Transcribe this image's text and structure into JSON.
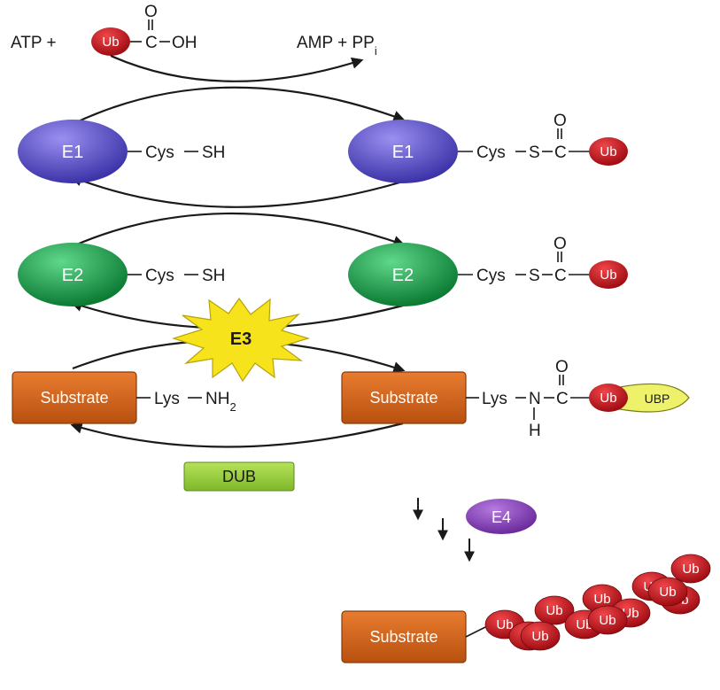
{
  "top": {
    "atp": "ATP +",
    "ub": "Ub",
    "carbonyl_o": "O",
    "carbon": "C",
    "oh": "OH",
    "amp": "AMP + PP",
    "amp_sub": "i"
  },
  "e1": {
    "label": "E1",
    "cys_sh": "Cys",
    "sh": "SH",
    "cys_s": "Cys",
    "s": "S",
    "c": "C",
    "o": "O",
    "ub": "Ub"
  },
  "e2": {
    "label": "E2",
    "cys": "Cys",
    "sh": "SH",
    "cys_s": "Cys",
    "s": "S",
    "c": "C",
    "o": "O",
    "ub": "Ub"
  },
  "e3": {
    "label": "E3"
  },
  "substrate": {
    "label": "Substrate",
    "lys": "Lys",
    "nh": "NH",
    "nh_sub": "2",
    "lys_right": "Lys",
    "n": "N",
    "h": "H",
    "c": "C",
    "o": "O",
    "ub": "Ub",
    "ubp": "UBP"
  },
  "dub": {
    "label": "DUB"
  },
  "e4": {
    "label": "E4"
  },
  "chain": {
    "substrate": "Substrate",
    "ub_label": "Ub",
    "count": 12
  },
  "colors": {
    "e1": "#5b4fc9",
    "e2": "#16a04a",
    "substrate": "#d4641c",
    "ub": "#c8151d",
    "e3": "#f7e31c",
    "dub": "#9bd13a",
    "e4": "#8a3fc0",
    "ubp": "#eef26a"
  }
}
